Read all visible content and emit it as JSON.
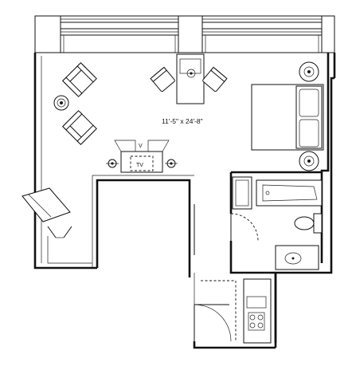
{
  "room": {
    "dimensions_label": "11'-5\" x 24'-8\"",
    "tv_label": "TV",
    "tv_mark": "V"
  }
}
